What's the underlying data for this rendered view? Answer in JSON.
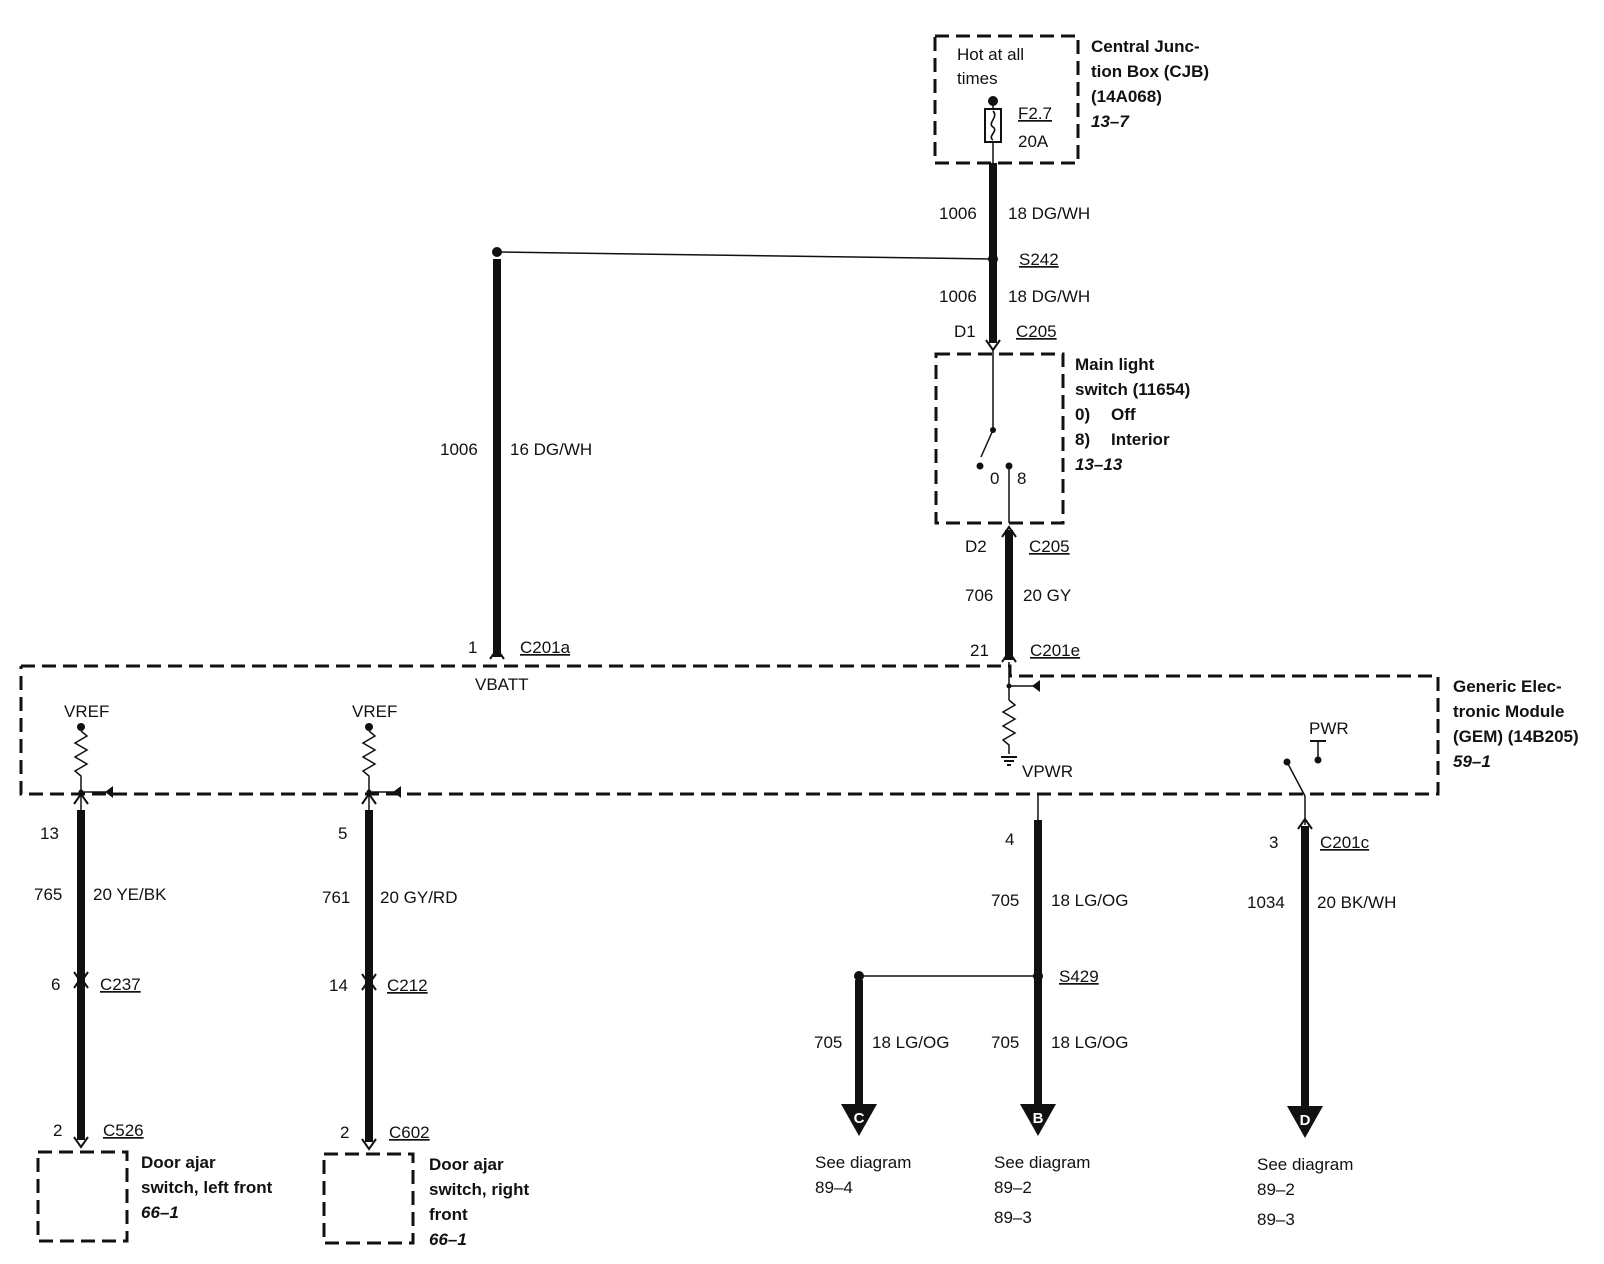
{
  "cjb": {
    "hot_line1": "Hot at all",
    "hot_line2": "times",
    "fuse_id": "F2.7",
    "fuse_rating": "20A",
    "title_line1": "Central Junc-",
    "title_line2": "tion Box (CJB)",
    "title_line3": "(14A068)",
    "ref": "13–7"
  },
  "wire_top": {
    "circuit": "1006",
    "gauge_color": "18 DG/WH"
  },
  "splice_s242": "S242",
  "wire_mid": {
    "circuit": "1006",
    "gauge_color": "18 DG/WH"
  },
  "c205_top": {
    "pin": "D1",
    "connector": "C205"
  },
  "main_switch": {
    "title_line1": "Main light",
    "title_line2": "switch (11654)",
    "pos0_num": "0)",
    "pos0_label": "Off",
    "pos8_num": "8)",
    "pos8_label": "Interior",
    "ref": "13–13",
    "contact_0": "0",
    "contact_8": "8"
  },
  "c205_bottom": {
    "pin": "D2",
    "connector": "C205"
  },
  "wire_706": {
    "circuit": "706",
    "gauge_color": "20 GY"
  },
  "c201e": {
    "pin": "21",
    "connector": "C201e"
  },
  "wire_left_vbatt": {
    "circuit": "1006",
    "gauge_color": "16 DG/WH"
  },
  "c201a": {
    "pin": "1",
    "connector": "C201a"
  },
  "gem": {
    "vbatt_label": "VBATT",
    "vpwr_label": "VPWR",
    "vref1": "VREF",
    "vref2": "VREF",
    "pwr": "PWR",
    "title_line1": "Generic Elec-",
    "title_line2": "tronic Module",
    "title_line3": "(GEM) (14B205)",
    "ref": "59–1"
  },
  "left_front": {
    "gem_pin": "13",
    "circuit": "765",
    "gauge_color": "20 YE/BK",
    "conn_pin": "6",
    "conn": "C237",
    "switch_pin": "2",
    "switch_conn": "C526",
    "title_line1": "Door ajar",
    "title_line2": "switch, left front",
    "ref": "66–1"
  },
  "right_front": {
    "gem_pin": "5",
    "circuit": "761",
    "gauge_color": "20 GY/RD",
    "conn_pin": "14",
    "conn": "C212",
    "switch_pin": "2",
    "switch_conn": "C602",
    "title_line1": "Door ajar",
    "title_line2": "switch, right",
    "title_line3": "front",
    "ref": "66–1"
  },
  "vpwr_out": {
    "gem_pin": "4",
    "circuit": "705",
    "gauge_color": "18 LG/OG",
    "splice": "S429",
    "branch_c_circuit": "705",
    "branch_c_gauge": "18 LG/OG",
    "branch_b_circuit": "705",
    "branch_b_gauge": "18 LG/OG"
  },
  "pwr_out": {
    "gem_pin": "3",
    "connector": "C201c",
    "circuit": "1034",
    "gauge_color": "20 BK/WH"
  },
  "arrow_c": {
    "letter": "C",
    "see": "See diagram",
    "ref1": "89–4"
  },
  "arrow_b": {
    "letter": "B",
    "see": "See diagram",
    "ref1": "89–2",
    "ref2": "89–3"
  },
  "arrow_d": {
    "letter": "D",
    "see": "See diagram",
    "ref1": "89–2",
    "ref2": "89–3"
  }
}
